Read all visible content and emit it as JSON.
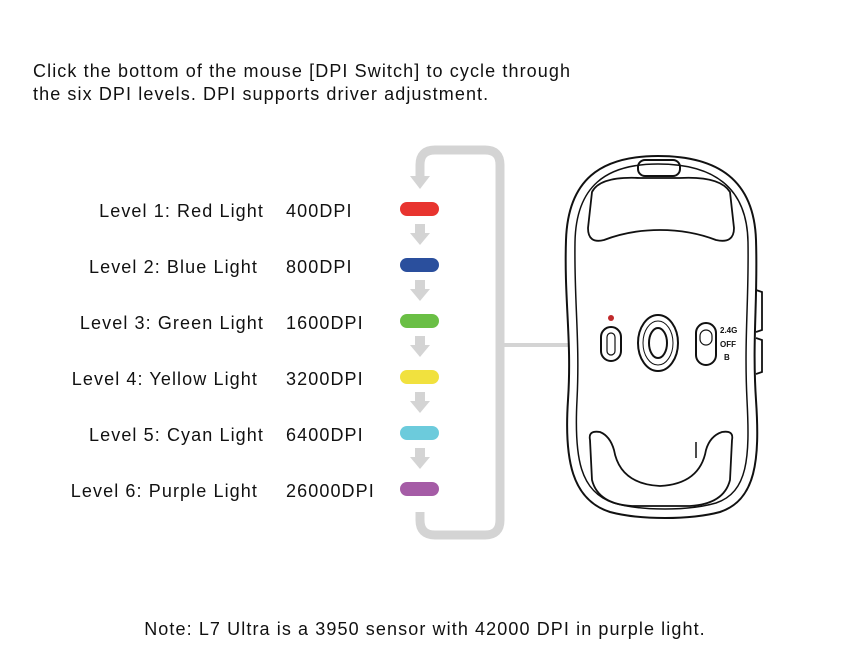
{
  "intro": {
    "line1": "Click the bottom of the mouse [DPI Switch] to cycle through",
    "line2": "the six DPI levels. DPI supports driver adjustment."
  },
  "levels": [
    {
      "label": "Level 1: Red Light",
      "dpi": "400DPI",
      "color": "#e8342f"
    },
    {
      "label": "Level 2: Blue Light",
      "dpi": "800DPI",
      "color": "#2a4f9d"
    },
    {
      "label": "Level 3: Green Light",
      "dpi": "1600DPI",
      "color": "#6abf45"
    },
    {
      "label": "Level 4: Yellow Light",
      "dpi": "3200DPI",
      "color": "#f1e13e"
    },
    {
      "label": "Level 5: Cyan Light",
      "dpi": "6400DPI",
      "color": "#6ccbdc"
    },
    {
      "label": "Level 6: Purple Light",
      "dpi": "26000DPI",
      "color": "#a55ca6"
    }
  ],
  "switch": {
    "top": "2.4G",
    "mid": "OFF",
    "bottom": "B"
  },
  "note": "Note: L7 Ultra is a 3950 sensor with 42000 DPI in purple light."
}
